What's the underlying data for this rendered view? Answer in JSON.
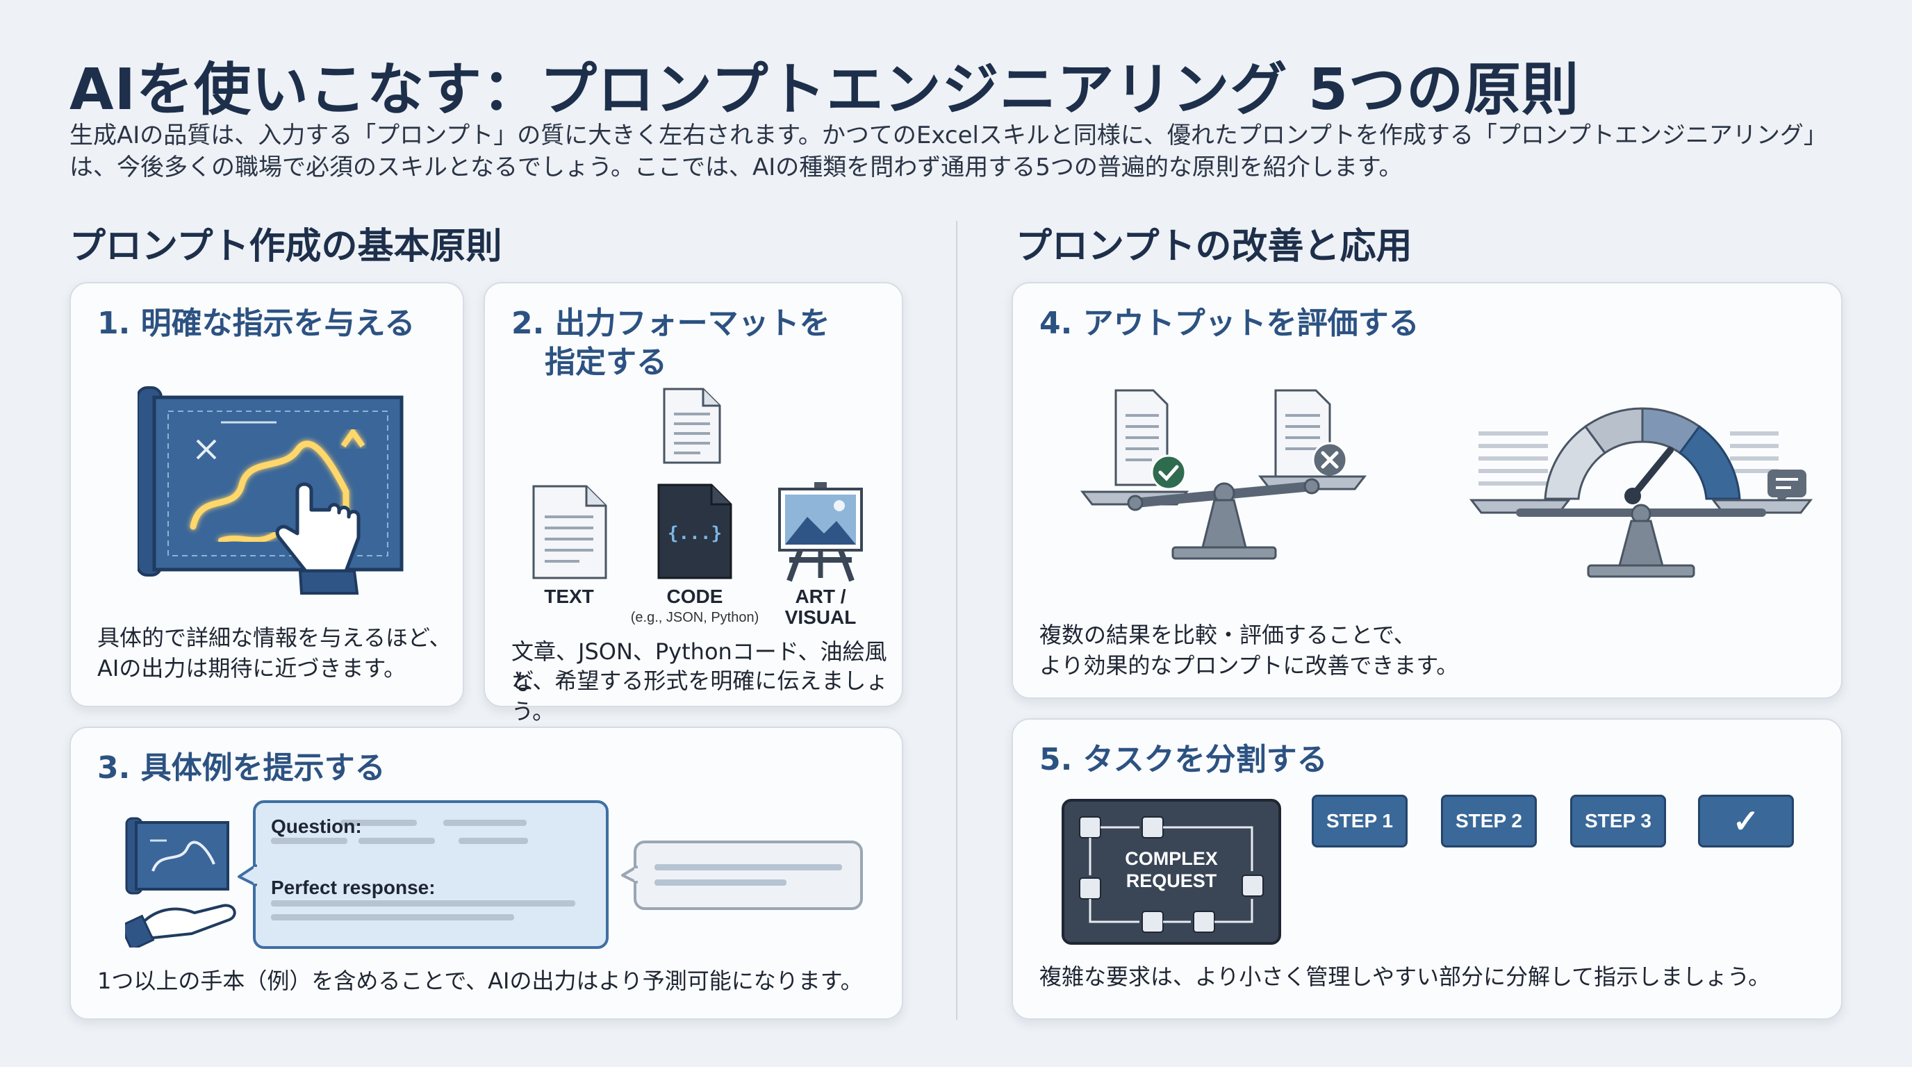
{
  "header": {
    "title": "AIを使いこなす：プロンプトエンジニアリング 5つの原則",
    "intro": "生成AIの品質は、入力する「プロンプト」の質に大きく左右されます。かつてのExcelスキルと同様に、優れたプロンプトを作成する「プロンプトエンジニアリング」は、今後多くの職場で必須のスキルとなるでしょう。ここでは、AIの種類を問わず通用する5つの普遍的な原則を紹介します。"
  },
  "sections": {
    "left": "プロンプト作成の基本原則",
    "right": "プロンプトの改善と応用"
  },
  "cards": {
    "c1": {
      "title": "1. 明確な指示を与える",
      "desc_line1": "具体的で詳細な情報を与えるほど、",
      "desc_line2": "AIの出力は期待に近づきます。"
    },
    "c2": {
      "title_line1": "2. 出力フォーマットを",
      "title_line2": "指定する",
      "formats": {
        "text": "TEXT",
        "code": "CODE",
        "code_sub": "(e.g., JSON, Python)",
        "art_line1": "ART /",
        "art_line2": "VISUAL",
        "code_glyph": "{...}"
      },
      "desc_line1": "文章、JSON、Pythonコード、油絵風な",
      "desc_line2": "ど、希望する形式を明確に伝えましょう。"
    },
    "c3": {
      "title": "3. 具体例を提示する",
      "question_label": "Question:",
      "response_label": "Perfect response:",
      "desc": "1つ以上の手本（例）を含めることで、AIの出力はより予測可能になります。"
    },
    "c4": {
      "title": "4. アウトプットを評価する",
      "desc_line1": "複数の結果を比較・評価することで、",
      "desc_line2": "より効果的なプロンプトに改善できます。"
    },
    "c5": {
      "title": "5. タスクを分割する",
      "complex_line1": "COMPLEX",
      "complex_line2": "REQUEST",
      "steps": [
        "STEP 1",
        "STEP 2",
        "STEP 3"
      ],
      "check_glyph": "✓",
      "desc": "複雑な要求は、より小さく管理しやすい部分に分解して指示しましょう。"
    }
  },
  "colors": {
    "accent": "#2c5282",
    "navy": "#24456b",
    "card_bg": "#fbfcfd",
    "page_bg": "#eef1f5"
  }
}
